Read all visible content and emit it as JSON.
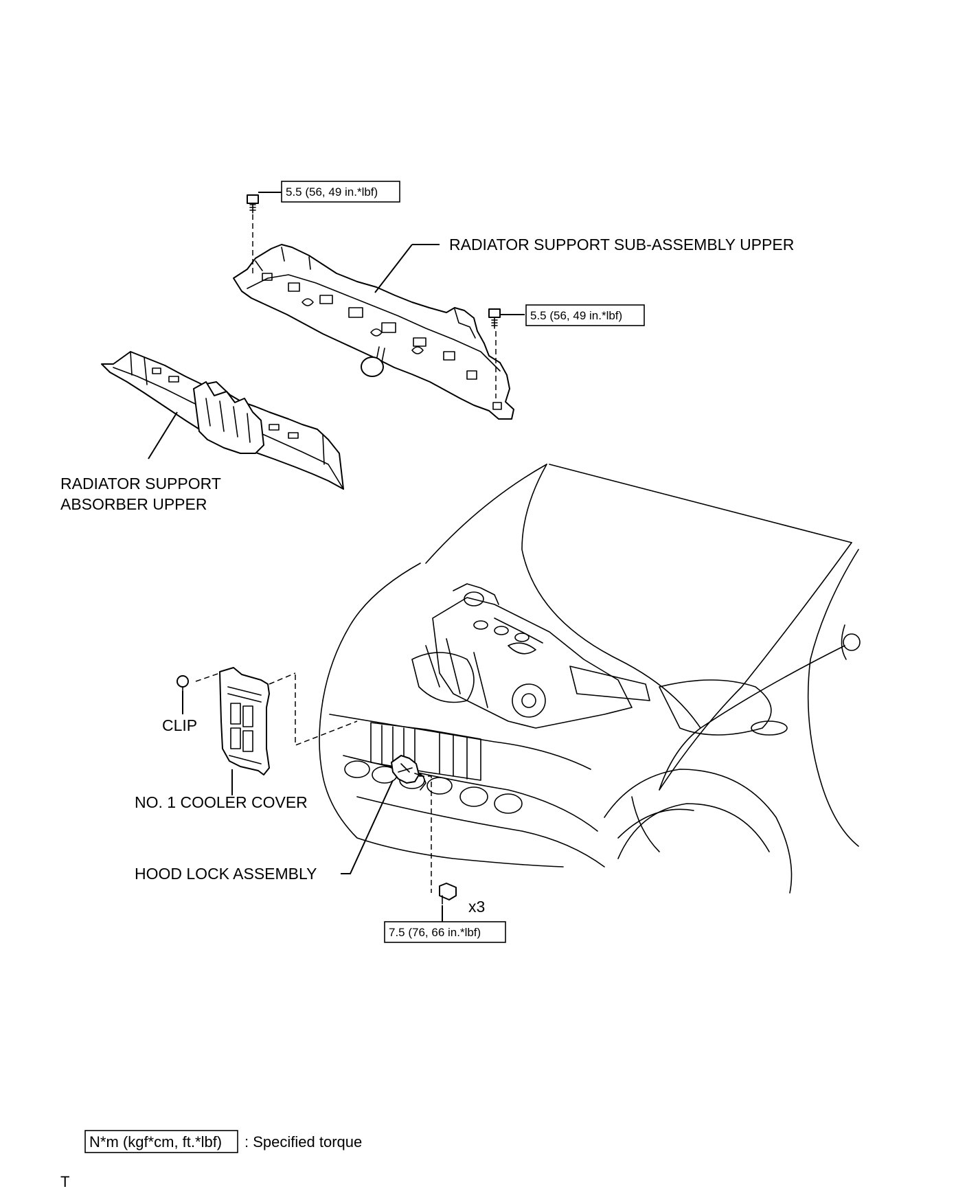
{
  "labels": {
    "radiator_support_sub_assembly_upper": "RADIATOR SUPPORT SUB-ASSEMBLY UPPER",
    "radiator_support_absorber_upper_line1": "RADIATOR SUPPORT",
    "radiator_support_absorber_upper_line2": "ABSORBER UPPER",
    "clip": "CLIP",
    "no1_cooler_cover": "NO. 1 COOLER COVER",
    "hood_lock_assembly": "HOOD LOCK ASSEMBLY",
    "quantity_x3": "x3"
  },
  "torques": {
    "upper_left_bolt": "5.5 (56, 49 in.*lbf)",
    "upper_right_bolt": "5.5 (56, 49 in.*lbf)",
    "hood_lock_bolts": "7.5 (76, 66 in.*lbf)"
  },
  "legend": {
    "unit_box": "N*m (kgf*cm, ft.*lbf)",
    "description": ": Specified torque"
  },
  "footer": {
    "corner_mark": "T"
  }
}
